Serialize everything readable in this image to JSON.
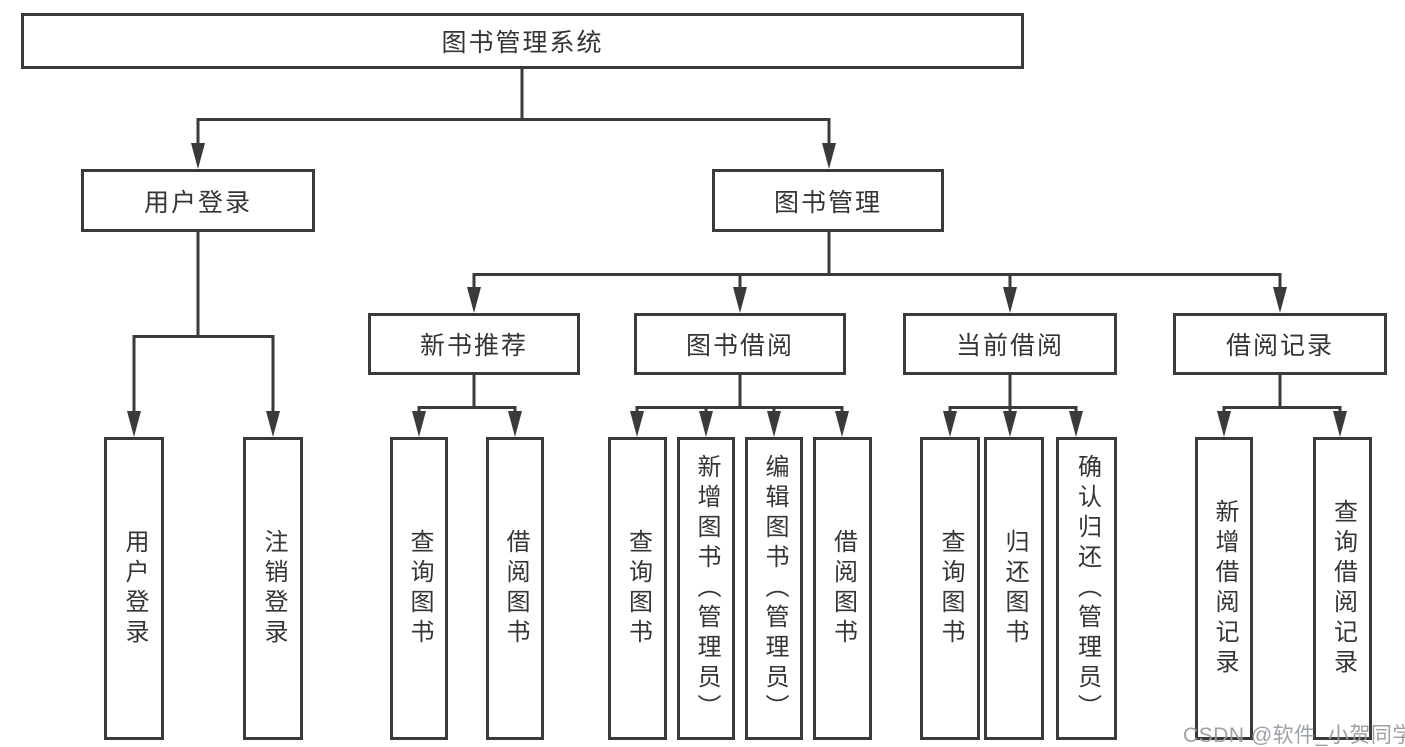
{
  "diagram": {
    "type": "hierarchy-tree",
    "nodes": {
      "root": "图书管理系统",
      "user_login": "用户登录",
      "book_management": "图书管理",
      "new_book_recommendation": "新书推荐",
      "book_borrowing": "图书借阅",
      "current_borrowing": "当前借阅",
      "borrowing_records": "借阅记录",
      "children": {
        "user_login": [
          "用户登录",
          "注销登录"
        ],
        "new_book_recommendation": [
          "查询图书",
          "借阅图书"
        ],
        "book_borrowing": [
          "查询图书",
          "新增图书（管理员）",
          "编辑图书（管理员）",
          "借阅图书"
        ],
        "current_borrowing": [
          "查询图书",
          "归还图书",
          "确认归还（管理员）"
        ],
        "borrowing_records": [
          "新增借阅记录",
          "查询借阅记录"
        ]
      }
    },
    "colors": {
      "line": "#3a3a3a",
      "box_border": "#3a3a3a",
      "box_background": "#ffffff",
      "text": "#333639",
      "page_background": "#ffffff",
      "watermark": "#989da2"
    }
  },
  "watermark": {
    "text": "CSDN @软件_小贺同学"
  }
}
